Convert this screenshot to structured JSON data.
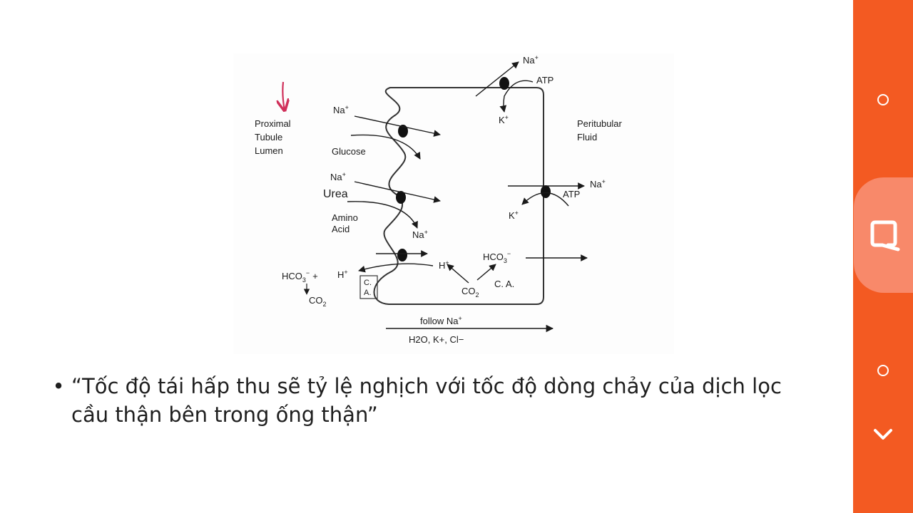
{
  "diagram": {
    "labels": {
      "lumen": [
        "Proximal",
        "Tubule",
        "Lumen"
      ],
      "peritubular": [
        "Peritubular",
        "Fluid"
      ],
      "na_top": "Na",
      "atp_top": "ATP",
      "k_top": "K",
      "na_1": "Na",
      "glucose": "Glucose",
      "na_2": "Na",
      "urea": "Urea",
      "amino": [
        "Amino",
        "Acid"
      ],
      "na_3": "Na",
      "na_right": "Na",
      "atp_right": "ATP",
      "k_right": "K",
      "hco3_cell": "HCO",
      "h_cell": "H",
      "co2_cell": "CO",
      "ca_cell": "C. A.",
      "hco3_lumen": "HCO",
      "h_lumen": "H",
      "co2_lumen": "CO",
      "ca_box": [
        "C.",
        "A."
      ],
      "follow": "follow Na",
      "bottom_ions": "H2O, K+, Cl−"
    },
    "annotation": "pink arrow pointing to lumen"
  },
  "bullet": {
    "text": "“Tốc độ tái hấp thu sẽ tỷ lệ nghịch với tốc độ dòng chảy của dịch lọc cầu thận bên trong ống thận”"
  },
  "side_panel": {
    "accent_color": "#f35a22",
    "highlight_color": "#f8896a",
    "icons": [
      "circle-icon",
      "capture-icon",
      "circle-icon",
      "chevron-down-icon"
    ]
  }
}
